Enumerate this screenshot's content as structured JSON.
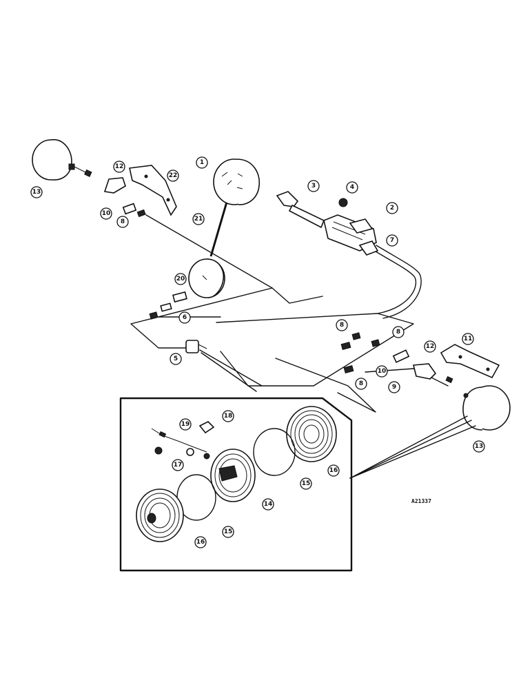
{
  "diagram_id": "A21337",
  "callouts": [
    {
      "label": "1"
    },
    {
      "label": "2"
    },
    {
      "label": "3"
    },
    {
      "label": "4"
    },
    {
      "label": "5"
    },
    {
      "label": "6"
    },
    {
      "label": "7"
    },
    {
      "label": "8"
    },
    {
      "label": "8"
    },
    {
      "label": "8"
    },
    {
      "label": "8"
    },
    {
      "label": "9"
    },
    {
      "label": "10"
    },
    {
      "label": "10"
    },
    {
      "label": "11"
    },
    {
      "label": "12"
    },
    {
      "label": "12"
    },
    {
      "label": "13"
    },
    {
      "label": "13"
    },
    {
      "label": "14"
    },
    {
      "label": "15"
    },
    {
      "label": "15"
    },
    {
      "label": "16"
    },
    {
      "label": "16"
    },
    {
      "label": "17"
    },
    {
      "label": "18"
    },
    {
      "label": "19"
    },
    {
      "label": "20"
    },
    {
      "label": "21"
    },
    {
      "label": "22"
    }
  ]
}
